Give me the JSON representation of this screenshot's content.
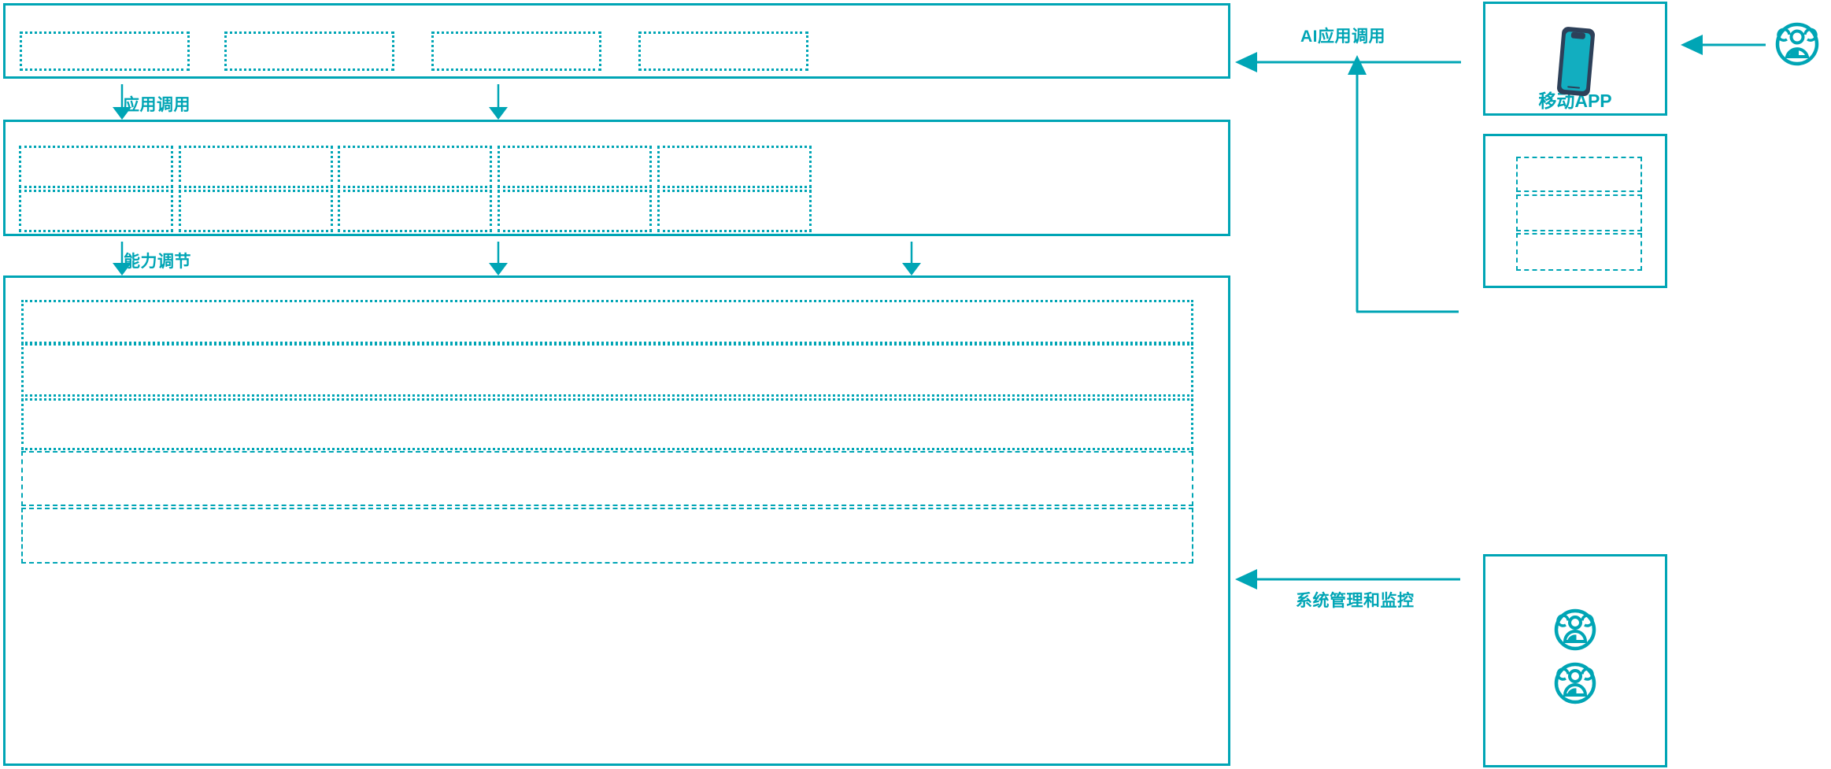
{
  "theme": {
    "accent": "#00a5b5",
    "accent_dark": "#2d4059",
    "screen_fill": "#12aec0",
    "background": "#ffffff"
  },
  "diagram": {
    "type": "layered-architecture",
    "layers": [
      {
        "name": "application-layer",
        "cell_count": 4,
        "cells": [
          {
            "label": ""
          },
          {
            "label": ""
          },
          {
            "label": ""
          },
          {
            "label": ""
          }
        ]
      },
      {
        "name": "capability-layer",
        "cell_count": 10,
        "columns": 5,
        "rows": 2,
        "cells": [
          {
            "label": ""
          },
          {
            "label": ""
          },
          {
            "label": ""
          },
          {
            "label": ""
          },
          {
            "label": ""
          },
          {
            "label": ""
          },
          {
            "label": ""
          },
          {
            "label": ""
          },
          {
            "label": ""
          },
          {
            "label": ""
          }
        ]
      },
      {
        "name": "platform-layer",
        "cell_count": 5,
        "cells": [
          {
            "label": ""
          },
          {
            "label": ""
          },
          {
            "label": ""
          },
          {
            "label": ""
          },
          {
            "label": ""
          }
        ]
      }
    ],
    "flow_labels": [
      {
        "id": "app-invoke",
        "text": "应用调用"
      },
      {
        "id": "capability-adjust",
        "text": "能力调节"
      },
      {
        "id": "ai-app-invoke",
        "text": "AI应用调用"
      },
      {
        "id": "system-admin-monitor",
        "text": "系统管理和监控"
      }
    ],
    "side_nodes": [
      {
        "id": "mobile-app",
        "caption": "移动APP",
        "icon": "smartphone-icon"
      },
      {
        "id": "channel-list",
        "caption": "",
        "icon": "",
        "slot_count": 3,
        "slots": [
          {
            "label": ""
          },
          {
            "label": ""
          },
          {
            "label": ""
          }
        ]
      },
      {
        "id": "operations-users",
        "caption": "",
        "icon": "user-group-icon",
        "icon_count": 2
      }
    ],
    "actors": [
      {
        "id": "end-user",
        "icon": "user-group-icon",
        "caption": ""
      }
    ],
    "icons": {
      "smartphone": "smartphone-icon",
      "user_group": "user-group-icon",
      "arrow_down": "arrow-down-icon",
      "arrow_left": "arrow-left-icon",
      "arrow_up": "arrow-up-icon"
    }
  }
}
